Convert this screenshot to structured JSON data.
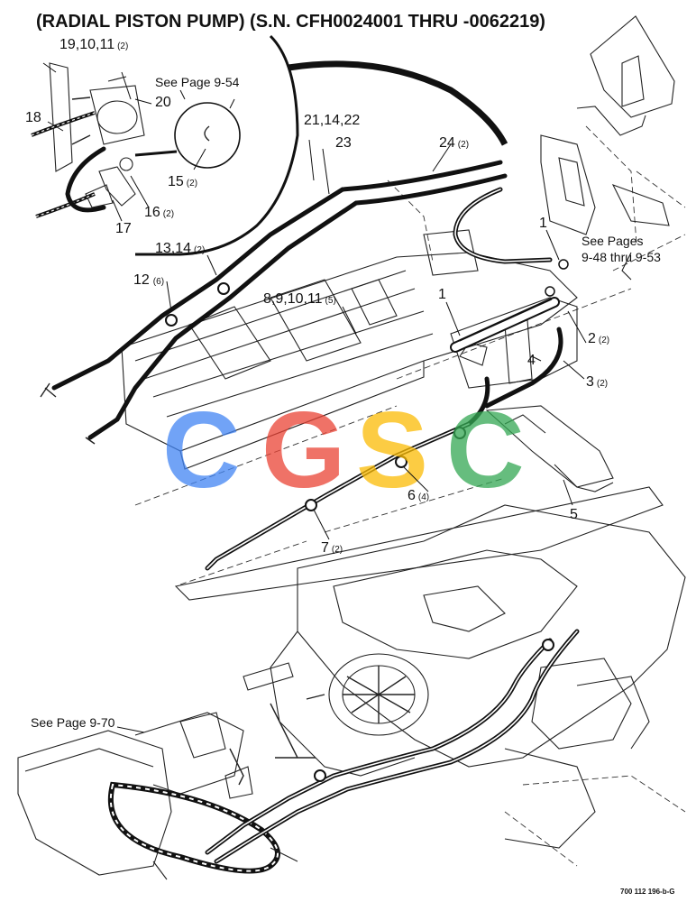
{
  "title": "(RADIAL PISTON PUMP) (S.N. CFH0024001 THRU -0062219)",
  "callouts": [
    {
      "id": "c19",
      "label": "19,10,11",
      "qty": "(2)"
    },
    {
      "id": "c18",
      "label": "18",
      "qty": ""
    },
    {
      "id": "c20",
      "label": "20",
      "qty": ""
    },
    {
      "id": "c15",
      "label": "15",
      "qty": "(2)"
    },
    {
      "id": "c16",
      "label": "16",
      "qty": "(2)"
    },
    {
      "id": "c17",
      "label": "17",
      "qty": ""
    },
    {
      "id": "c21",
      "label": "21,14,22",
      "qty": ""
    },
    {
      "id": "c23",
      "label": "23",
      "qty": ""
    },
    {
      "id": "c24",
      "label": "24",
      "qty": "(2)"
    },
    {
      "id": "c1a",
      "label": "1",
      "qty": ""
    },
    {
      "id": "c13",
      "label": "13,14",
      "qty": "(2)"
    },
    {
      "id": "c12",
      "label": "12",
      "qty": "(6)"
    },
    {
      "id": "c8",
      "label": "8,9,10,11",
      "qty": "(5)"
    },
    {
      "id": "c1b",
      "label": "1",
      "qty": ""
    },
    {
      "id": "c2",
      "label": "2",
      "qty": "(2)"
    },
    {
      "id": "c4",
      "label": "4",
      "qty": ""
    },
    {
      "id": "c3",
      "label": "3",
      "qty": "(2)"
    },
    {
      "id": "c6",
      "label": "6",
      "qty": "(4)"
    },
    {
      "id": "c5",
      "label": "5",
      "qty": ""
    },
    {
      "id": "c7",
      "label": "7",
      "qty": "(2)"
    }
  ],
  "notes": {
    "see_954": "See Page 9-54",
    "see_pages": "See Pages",
    "see_range": "9-48 thru 9-53",
    "see_970": "See Page 9-70"
  },
  "watermark": {
    "letters": [
      "C",
      "G",
      "S",
      "C"
    ],
    "colors": [
      "#4285F4",
      "#EA4335",
      "#FBBC05",
      "#34A853"
    ]
  },
  "drawing_code": "700 112 196-b-G"
}
